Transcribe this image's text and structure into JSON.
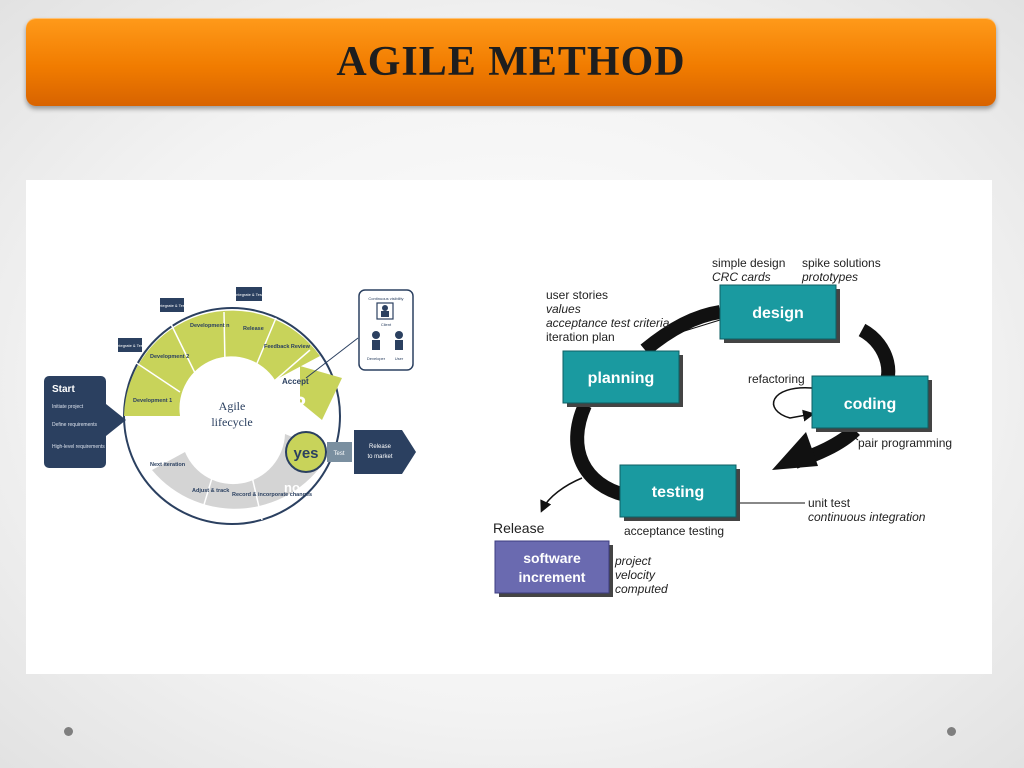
{
  "slide": {
    "title": "AGILE METHOD"
  },
  "lifecycle": {
    "center": [
      "Agile",
      "lifecycle"
    ],
    "start": {
      "title": "Start",
      "items": [
        "Initiate project",
        "Define requirements",
        "High-level requirements"
      ]
    },
    "integrate_tags": [
      "Integrate & Test",
      "Integrate & Test",
      "Integrate & Test"
    ],
    "segments": [
      "Development 2",
      "Development n",
      "Release",
      "Feedback Review",
      "Accept",
      "Development 1",
      "Next iteration",
      "Adjust & track",
      "Record & incorporate changes"
    ],
    "accept_mark": "?",
    "yes": "yes",
    "no": "no",
    "test": "Test",
    "release_to_market": [
      "Release",
      "to market"
    ],
    "stakeholders": [
      "Continuous visibility",
      "Client",
      "Developer",
      "User"
    ],
    "colors": {
      "green": "#c8d35a",
      "navy": "#2b4060",
      "grey": "#d4d4d4"
    }
  },
  "xp": {
    "boxes": {
      "planning": "planning",
      "design": "design",
      "coding": "coding",
      "testing": "testing"
    },
    "planning_notes": [
      "user stories",
      "values",
      "acceptance test criteria",
      "iteration plan"
    ],
    "design_notes_left": [
      "simple design",
      "CRC cards"
    ],
    "design_notes_right": [
      "spike solutions",
      "prototypes"
    ],
    "refactoring": "refactoring",
    "pair_programming": "pair programming",
    "unit_tests": [
      "unit test",
      "continuous integration"
    ],
    "acceptance_testing": "acceptance testing",
    "release": "Release",
    "software_increment": [
      "software",
      "increment"
    ],
    "velocity": [
      "project",
      "velocity",
      "computed"
    ],
    "colors": {
      "box": "#1a9aa0",
      "increment": "#6a6ab0"
    }
  }
}
